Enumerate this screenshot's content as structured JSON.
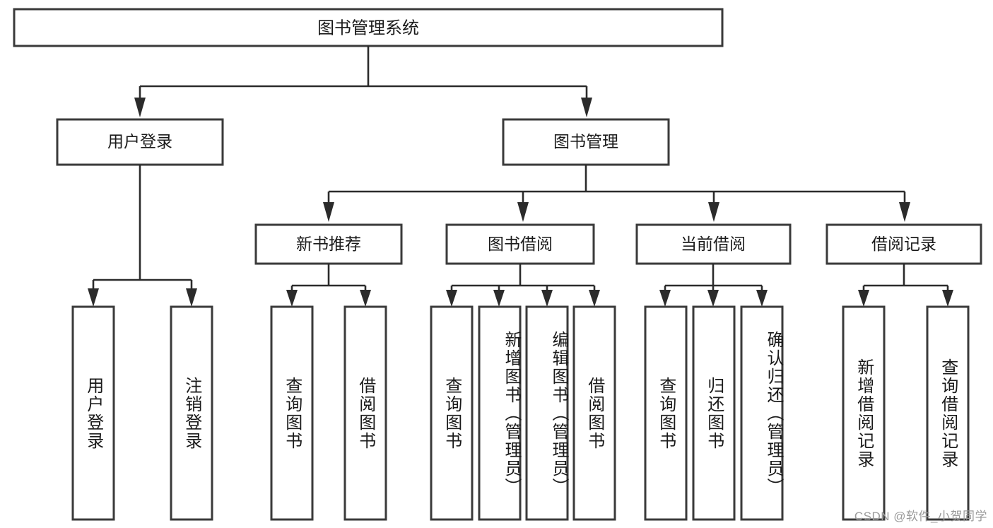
{
  "diagram": {
    "title": "图书管理系统",
    "watermark": "CSDN @软件_小贺同学",
    "colors": {
      "background": "#ffffff",
      "box_stroke": "#3a3a3a",
      "line": "#2b2b2b",
      "text": "#1a1a1a",
      "watermark": "#9a9a9a"
    },
    "root": {
      "label": "图书管理系统"
    },
    "level2": [
      {
        "label": "用户登录"
      },
      {
        "label": "图书管理"
      }
    ],
    "level3": [
      {
        "label": "新书推荐"
      },
      {
        "label": "图书借阅"
      },
      {
        "label": "当前借阅"
      },
      {
        "label": "借阅记录"
      }
    ],
    "leaves": {
      "user_login": [
        {
          "label": "用户登录"
        },
        {
          "label": "注销登录"
        }
      ],
      "new_book_recommend": [
        {
          "label": "查询图书"
        },
        {
          "label": "借阅图书"
        }
      ],
      "book_borrow": [
        {
          "label": "查询图书"
        },
        {
          "label": "新增图书（管理员）"
        },
        {
          "label": "编辑图书（管理员）"
        },
        {
          "label": "借阅图书"
        }
      ],
      "current_borrow": [
        {
          "label": "查询图书"
        },
        {
          "label": "归还图书"
        },
        {
          "label": "确认归还（管理员）"
        }
      ],
      "borrow_records": [
        {
          "label": "新增借阅记录"
        },
        {
          "label": "查询借阅记录"
        }
      ]
    }
  }
}
